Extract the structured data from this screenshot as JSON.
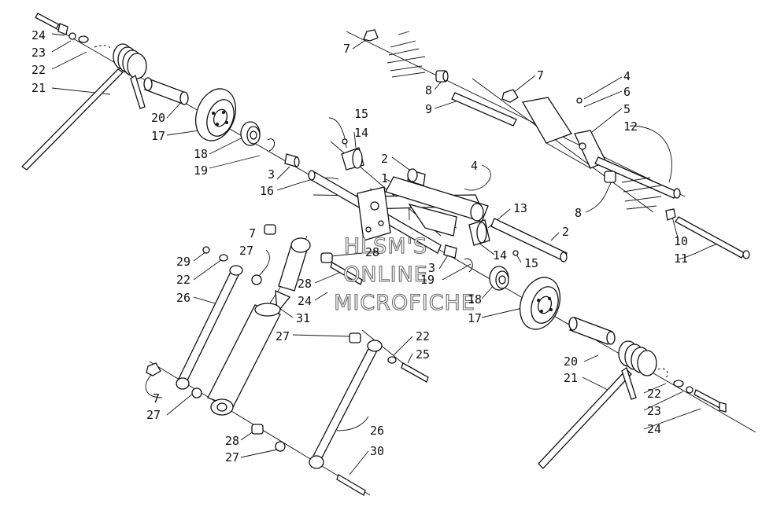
{
  "watermark": {
    "line1": "HLSM'S",
    "line2": "ONLINE",
    "line3": "MICROFICHE"
  },
  "callouts": [
    {
      "id": "c24a",
      "label": "24"
    },
    {
      "id": "c23a",
      "label": "23"
    },
    {
      "id": "c22a",
      "label": "22"
    },
    {
      "id": "c21a",
      "label": "21"
    },
    {
      "id": "c20a",
      "label": "20"
    },
    {
      "id": "c17a",
      "label": "17"
    },
    {
      "id": "c18a",
      "label": "18"
    },
    {
      "id": "c19a",
      "label": "19"
    },
    {
      "id": "c3a",
      "label": "3"
    },
    {
      "id": "c16",
      "label": "16"
    },
    {
      "id": "c15a",
      "label": "15"
    },
    {
      "id": "c14a",
      "label": "14"
    },
    {
      "id": "c2a",
      "label": "2"
    },
    {
      "id": "c1",
      "label": "1"
    },
    {
      "id": "c4a",
      "label": "4"
    },
    {
      "id": "c7a",
      "label": "7"
    },
    {
      "id": "c8a",
      "label": "8"
    },
    {
      "id": "c9",
      "label": "9"
    },
    {
      "id": "c7b",
      "label": "7"
    },
    {
      "id": "c4b",
      "label": "4"
    },
    {
      "id": "c6",
      "label": "6"
    },
    {
      "id": "c5",
      "label": "5"
    },
    {
      "id": "c12",
      "label": "12"
    },
    {
      "id": "c13",
      "label": "13"
    },
    {
      "id": "c8b",
      "label": "8"
    },
    {
      "id": "c2b",
      "label": "2"
    },
    {
      "id": "c10",
      "label": "10"
    },
    {
      "id": "c11",
      "label": "11"
    },
    {
      "id": "c14b",
      "label": "14"
    },
    {
      "id": "c15b",
      "label": "15"
    },
    {
      "id": "c3b",
      "label": "3"
    },
    {
      "id": "c19b",
      "label": "19"
    },
    {
      "id": "c18b",
      "label": "18"
    },
    {
      "id": "c17b",
      "label": "17"
    },
    {
      "id": "c7c",
      "label": "7"
    },
    {
      "id": "c27a",
      "label": "27"
    },
    {
      "id": "c28a",
      "label": "28"
    },
    {
      "id": "c29",
      "label": "29"
    },
    {
      "id": "c22b",
      "label": "22"
    },
    {
      "id": "c26a",
      "label": "26"
    },
    {
      "id": "c28b",
      "label": "28"
    },
    {
      "id": "c24b",
      "label": "24"
    },
    {
      "id": "c31",
      "label": "31"
    },
    {
      "id": "c27b",
      "label": "27"
    },
    {
      "id": "c22c",
      "label": "22"
    },
    {
      "id": "c25",
      "label": "25"
    },
    {
      "id": "c20b",
      "label": "20"
    },
    {
      "id": "c21b",
      "label": "21"
    },
    {
      "id": "c22d",
      "label": "22"
    },
    {
      "id": "c23b",
      "label": "23"
    },
    {
      "id": "c24c",
      "label": "24"
    },
    {
      "id": "c7d",
      "label": "7"
    },
    {
      "id": "c27c",
      "label": "27"
    },
    {
      "id": "c26b",
      "label": "26"
    },
    {
      "id": "c28c",
      "label": "28"
    },
    {
      "id": "c27d",
      "label": "27"
    },
    {
      "id": "c30",
      "label": "30"
    }
  ]
}
